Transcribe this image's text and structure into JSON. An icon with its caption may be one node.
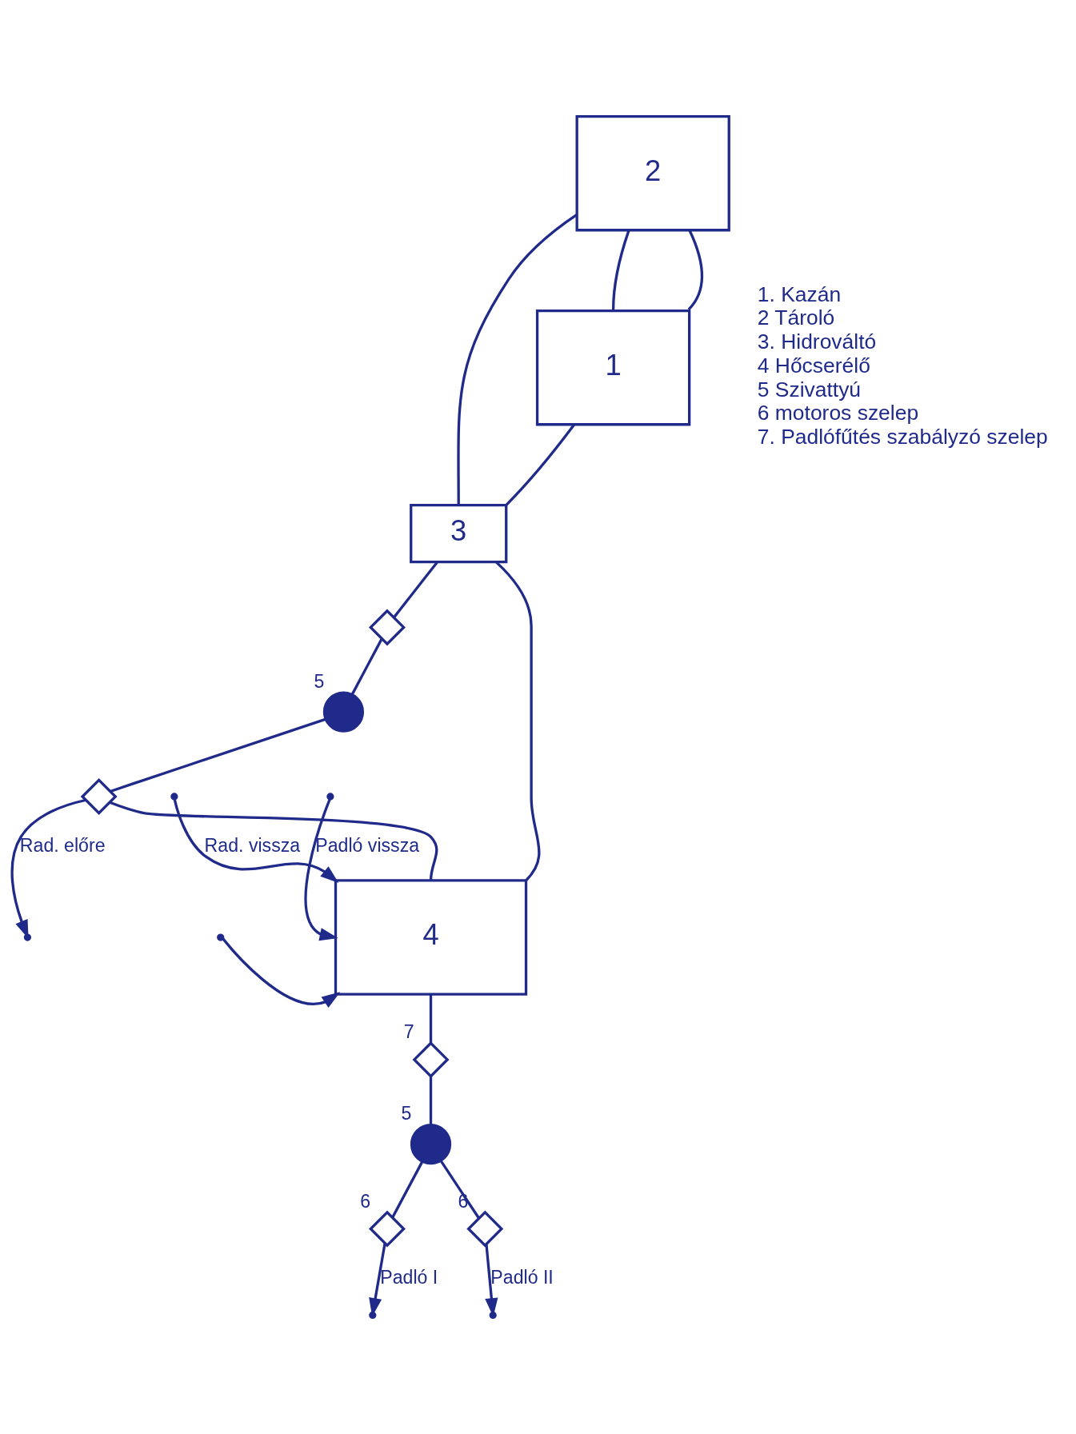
{
  "diagram": {
    "nodes": [
      {
        "text": [
          "1"
        ]
      },
      {
        "text": [
          "2"
        ]
      },
      {
        "text": [
          "3"
        ]
      },
      {
        "text": [],
        "shape": "valve"
      },
      {
        "text": [],
        "shape": "pump",
        "beside": [
          "5"
        ]
      },
      {
        "text": [],
        "shape": "valve"
      },
      {
        "text": [
          "4"
        ]
      },
      {
        "text": [],
        "shape": "valve",
        "beside": [
          "7"
        ]
      },
      {
        "text": [],
        "shape": "pump",
        "beside": [
          "5"
        ]
      },
      {
        "text": [],
        "shape": "valve",
        "beside": [
          "6"
        ]
      },
      {
        "text": [],
        "shape": "valve",
        "beside": [
          "6"
        ]
      }
    ],
    "edges": [
      {
        "from": 1,
        "to": 0,
        "arrow": "none"
      },
      {
        "from": 1,
        "to": 0,
        "arrow": "none"
      },
      {
        "from": 1,
        "to": 2,
        "arrow": "none"
      },
      {
        "from": 0,
        "to": 2,
        "arrow": "none"
      },
      {
        "from": 2,
        "to": 3,
        "arrow": "none"
      },
      {
        "from": 3,
        "to": 4,
        "arrow": "none"
      },
      {
        "from": 4,
        "to": 5,
        "arrow": "none"
      },
      {
        "from": 5,
        "to": 6,
        "arrow": "none"
      },
      {
        "from": 2,
        "to": 6,
        "arrow": "none"
      },
      {
        "from": null,
        "to": 6,
        "arrow": "to",
        "label": "Rad. vissza"
      },
      {
        "from": 5,
        "to": null,
        "arrow": "to",
        "label": "Rad. előre"
      },
      {
        "from": null,
        "to": 6,
        "arrow": "to",
        "label": "Padló vissza"
      },
      {
        "from": null,
        "to": 6,
        "arrow": "to"
      },
      {
        "from": 6,
        "to": 7,
        "arrow": "none"
      },
      {
        "from": 7,
        "to": 8,
        "arrow": "none"
      },
      {
        "from": 8,
        "to": 9,
        "arrow": "none"
      },
      {
        "from": 8,
        "to": 10,
        "arrow": "none"
      },
      {
        "from": 9,
        "to": null,
        "arrow": "to",
        "label": "Padló I"
      },
      {
        "from": 10,
        "to": null,
        "arrow": "to",
        "label": "Padló II"
      }
    ],
    "labels": [
      "1. Kazán",
      "2 Tároló",
      "3. Hidrováltó",
      "4 Hőcserélő",
      "5 Szivattyú",
      "6 motoros szelep",
      "7. Padlófűtés szabályzó szelep"
    ]
  }
}
